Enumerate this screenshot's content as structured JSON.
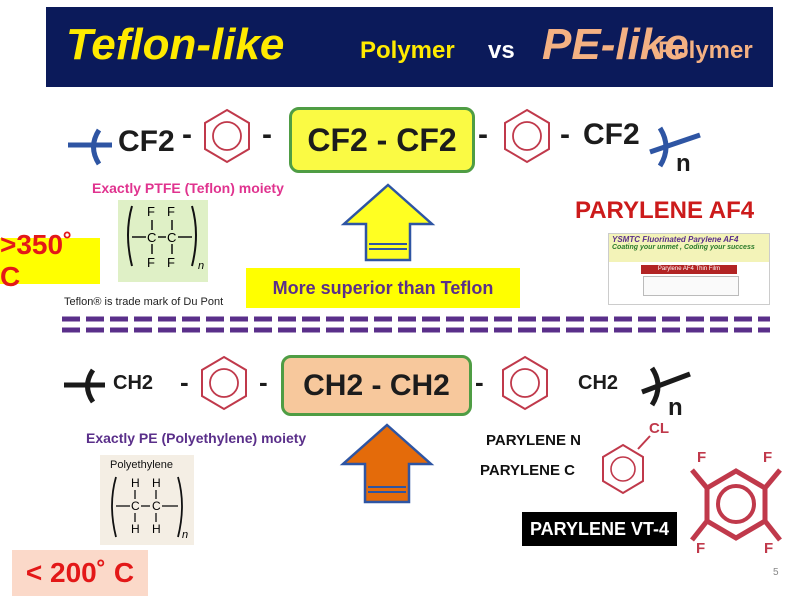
{
  "title": {
    "part1": "Teflon-like",
    "part2": "Polymer",
    "vs": "vs",
    "part3": "PE-like",
    "part4": "Polymer"
  },
  "teflon_chain": {
    "left_group": "CF2",
    "center_box": "CF2 - CF2",
    "right_group": "CF2",
    "dash": "-",
    "subscript_n": "n"
  },
  "pe_chain": {
    "left_group": "CH2",
    "center_box": "CH2 - CH2",
    "right_group": "CH2",
    "dash": "-",
    "subscript_n": "n"
  },
  "ptfe_label": "Exactly PTFE (Teflon) moiety",
  "pe_label": "Exactly PE (Polyethylene) moiety",
  "ptfe_structure": {
    "atom_f": "F",
    "atom_c": "C",
    "subscript_n": "n"
  },
  "pe_structure": {
    "title": "Polyethylene",
    "atom_h": "H",
    "atom_c": "C",
    "subscript_n": "n"
  },
  "temp_high": ">350˚ C",
  "temp_low": "< 200˚ C",
  "superior_label": "More superior than Teflon",
  "trademark": "Teflon® is trade mark of Du Pont",
  "parylene_af4": "PARYLENE AF4",
  "card": {
    "line1": "YSMTC Fluorinated Parylene AF4",
    "line2": "Coating your unmet , Coding your success",
    "line3": "Parylene AF4 Thin Film"
  },
  "parylene_n": "PARYLENE N",
  "parylene_c": "PARYLENE C",
  "parylene_vt4": "PARYLENE VT-4",
  "cl_label": "CL",
  "f_label": "F",
  "page_number": "5",
  "colors": {
    "banner_bg": "#0b1a5a",
    "yellow": "#ffea00",
    "peach": "#f4b183",
    "divider": "#5a2f8a",
    "arrow_up_top": "#ffff22",
    "arrow_up_bottom": "#e46b0a",
    "ring": "#c0394b"
  }
}
